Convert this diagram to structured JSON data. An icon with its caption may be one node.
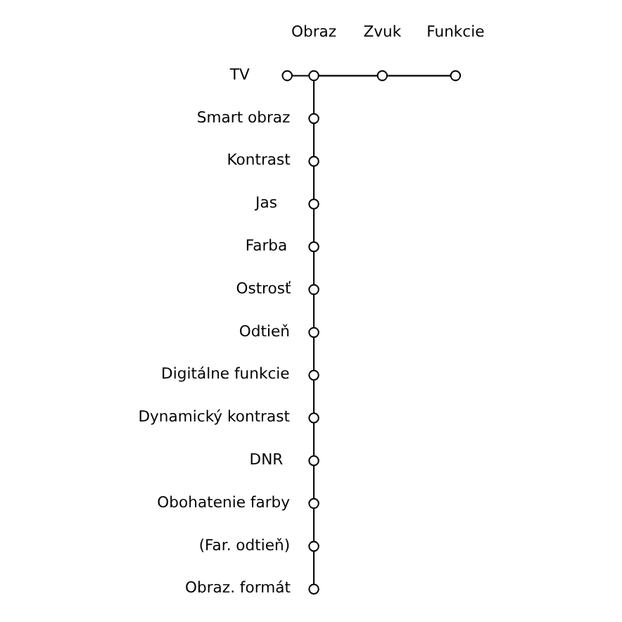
{
  "diagram": {
    "nodes": [
      {
        "text": [],
        "shape": "circle",
        "beside": [
          "TV"
        ]
      },
      {
        "text": [],
        "shape": "circle",
        "beside": [
          "Obraz"
        ]
      },
      {
        "text": [],
        "shape": "circle",
        "beside": [
          "Zvuk"
        ]
      },
      {
        "text": [],
        "shape": "circle",
        "beside": [
          "Funkcie"
        ]
      },
      {
        "text": [],
        "shape": "circle",
        "beside": [
          "Smart obraz"
        ]
      },
      {
        "text": [],
        "shape": "circle",
        "beside": [
          "Kontrast"
        ]
      },
      {
        "text": [],
        "shape": "circle",
        "beside": [
          "Jas"
        ]
      },
      {
        "text": [],
        "shape": "circle",
        "beside": [
          "Farba"
        ]
      },
      {
        "text": [],
        "shape": "circle",
        "beside": [
          "Ostrosť"
        ]
      },
      {
        "text": [],
        "shape": "circle",
        "beside": [
          "Odtieň"
        ]
      },
      {
        "text": [],
        "shape": "circle",
        "beside": [
          "Digitálne funkcie"
        ]
      },
      {
        "text": [],
        "shape": "circle",
        "beside": [
          "Dynamický kontrast"
        ]
      },
      {
        "text": [],
        "shape": "circle",
        "beside": [
          "DNR"
        ]
      },
      {
        "text": [],
        "shape": "circle",
        "beside": [
          "Obohatenie farby"
        ]
      },
      {
        "text": [],
        "shape": "circle",
        "beside": [
          "(Far. odtieň)"
        ]
      },
      {
        "text": [],
        "shape": "circle",
        "beside": [
          "Obraz. formát"
        ]
      }
    ],
    "edges": [
      {
        "from": 0,
        "to": 1,
        "arrow": "none"
      },
      {
        "from": 1,
        "to": 2,
        "arrow": "none"
      },
      {
        "from": 2,
        "to": 3,
        "arrow": "none"
      },
      {
        "from": 1,
        "to": 4,
        "arrow": "none"
      },
      {
        "from": 4,
        "to": 5,
        "arrow": "none"
      },
      {
        "from": 5,
        "to": 6,
        "arrow": "none"
      },
      {
        "from": 6,
        "to": 7,
        "arrow": "none"
      },
      {
        "from": 7,
        "to": 8,
        "arrow": "none"
      },
      {
        "from": 8,
        "to": 9,
        "arrow": "none"
      },
      {
        "from": 9,
        "to": 10,
        "arrow": "none"
      },
      {
        "from": 10,
        "to": 11,
        "arrow": "none"
      },
      {
        "from": 11,
        "to": 12,
        "arrow": "none"
      },
      {
        "from": 12,
        "to": 13,
        "arrow": "none"
      },
      {
        "from": 13,
        "to": 14,
        "arrow": "none"
      },
      {
        "from": 14,
        "to": 15,
        "arrow": "none"
      }
    ]
  }
}
